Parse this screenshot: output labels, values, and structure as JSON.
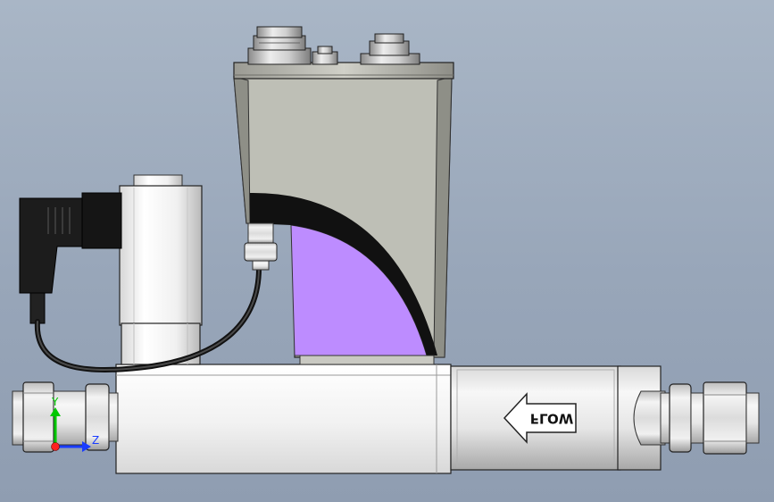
{
  "model": {
    "flow_label": "FLOW",
    "colors": {
      "background_top": "#a9b6c6",
      "background_bottom": "#8f9db1",
      "housing": "#bebfb6",
      "housing_dark": "#8e8f87",
      "accent_panel": "#bd8cff",
      "metal_light": "#f2f2f2",
      "metal_mid": "#cfcfcf",
      "metal_dark": "#8a8a8a",
      "connector_black": "#1c1c1c"
    }
  },
  "triad": {
    "y_label": "Y",
    "z_label": "Z",
    "y_color": "#00c800",
    "z_color": "#1a3cff",
    "origin_color": "#ff2020"
  }
}
